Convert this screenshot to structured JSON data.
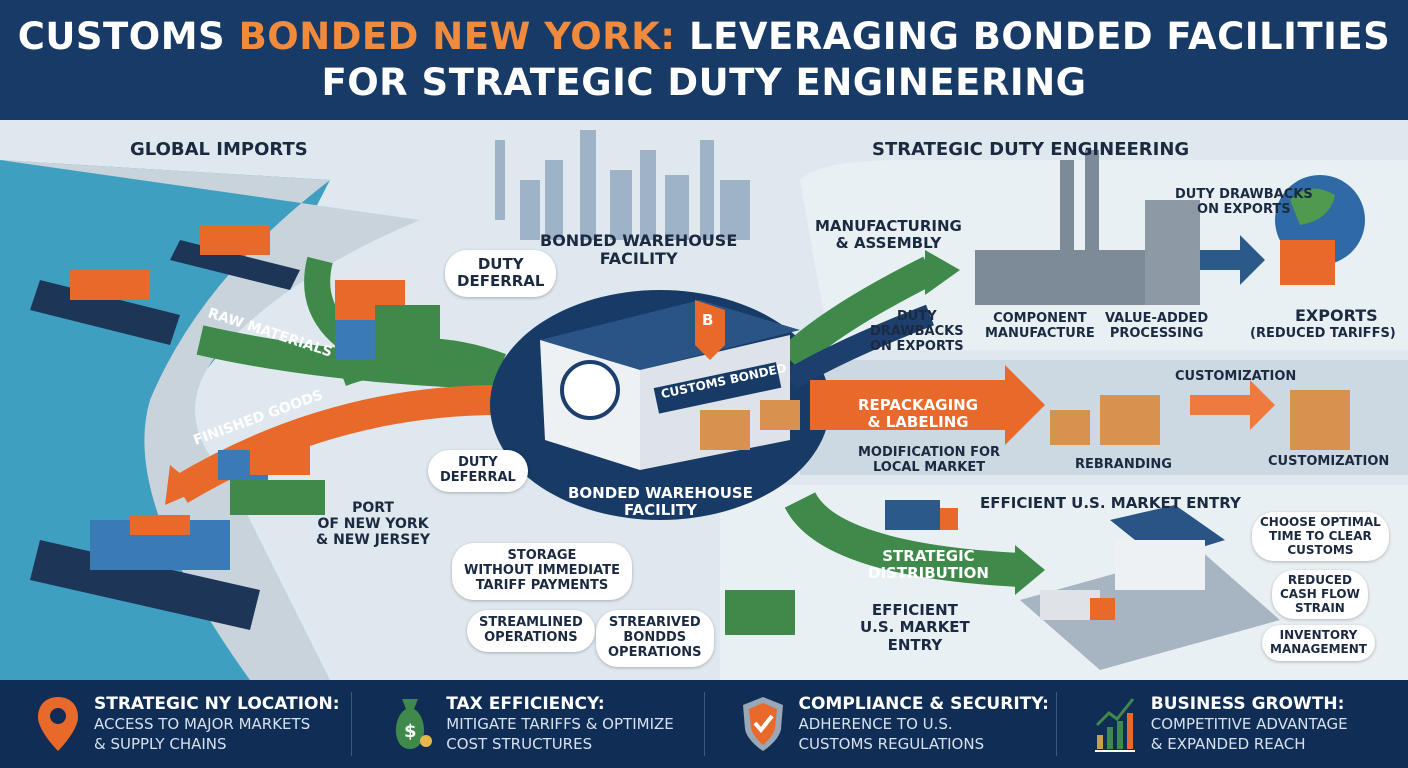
{
  "header": {
    "title_part1": "CUSTOMS ",
    "title_accent": "BONDED NEW YORK:",
    "title_part2": " LEVERAGING BONDED FACILITIES",
    "title_line2": "FOR STRATEGIC DUTY ENGINEERING"
  },
  "left": {
    "section_title": "GLOBAL IMPORTS",
    "raw_materials": "RAW MATERIALS",
    "finished_goods": "FINISHED GOODS",
    "port_label": "PORT\nOF NEW YORK\n& NEW JERSEY",
    "duty_deferral_top": "DUTY\nDEFERRAL",
    "duty_deferral_small": "DUTY\nDEFERRAL"
  },
  "center": {
    "facility_top": "BONDED WAREHOUSE\nFACILITY",
    "building_sign": "CUSTOMS BONDED",
    "badge_letter": "B",
    "facility_bottom": "BONDED WAREHOUSE\nFACILITY",
    "storage": "STORAGE\nWITHOUT IMMEDIATE\nTARIFF PAYMENTS",
    "streamlined": "STREAMLINED\nOPERATIONS",
    "strearived": "STREARIVED\nBONDDS\nOPERATIONS"
  },
  "right": {
    "section_title": "STRATEGIC DUTY ENGINEERING",
    "manufacturing": "MANUFACTURING\n& ASSEMBLY",
    "duty_drawbacks_left": "DUTY\nDRAWBACKS\nON EXPORTS",
    "component": "COMPONENT\nMANUFACTURE",
    "value_added": "VALUE-ADDED\nPROCESSING",
    "duty_drawbacks_top": "DUTY DRAWBACKS\nON EXPORTS",
    "exports": "EXPORTS",
    "exports_sub": "(REDUCED TARIFFS)",
    "repackaging": "REPACKAGING\n& LABELING",
    "modification": "MODIFICATION FOR\nLOCAL MARKET",
    "rebranding": "REBRANDING",
    "customization_top": "CUSTOMIZATION",
    "customization_bottom": "CUSTOMIZATION",
    "market_entry_title": "EFFICIENT U.S. MARKET ENTRY",
    "strategic_distribution": "STRATEGIC\nDISTRIBUTION",
    "efficient_entry": "EFFICIENT\nU.S. MARKET\nENTRY",
    "choose_time": "CHOOSE OPTIMAL\nTIME TO CLEAR\nCUSTOMS",
    "cash_flow": "REDUCED\nCASH FLOW\nSTRAIN",
    "inventory": "INVENTORY\nMANAGEMENT"
  },
  "footer": [
    {
      "icon": "map-pin-icon",
      "title": "STRATEGIC NY LOCATION:",
      "line1": "ACCESS TO MAJOR MARKETS",
      "line2": "& SUPPLY CHAINS"
    },
    {
      "icon": "money-bag-icon",
      "title": "TAX EFFICIENCY:",
      "line1": "MITIGATE TARIFFS & OPTIMIZE",
      "line2": "COST STRUCTURES"
    },
    {
      "icon": "shield-check-icon",
      "title": "COMPLIANCE & SECURITY:",
      "line1": "ADHERENCE TO U.S.",
      "line2": "CUSTOMS REGULATIONS"
    },
    {
      "icon": "growth-chart-icon",
      "title": "BUSINESS GROWTH:",
      "line1": "COMPETITIVE ADVANTAGE",
      "line2": "& EXPANDED REACH"
    }
  ],
  "colors": {
    "navy": "#173a66",
    "orange": "#e8692a",
    "green": "#3f8a4a",
    "water": "#4aa8c4"
  }
}
